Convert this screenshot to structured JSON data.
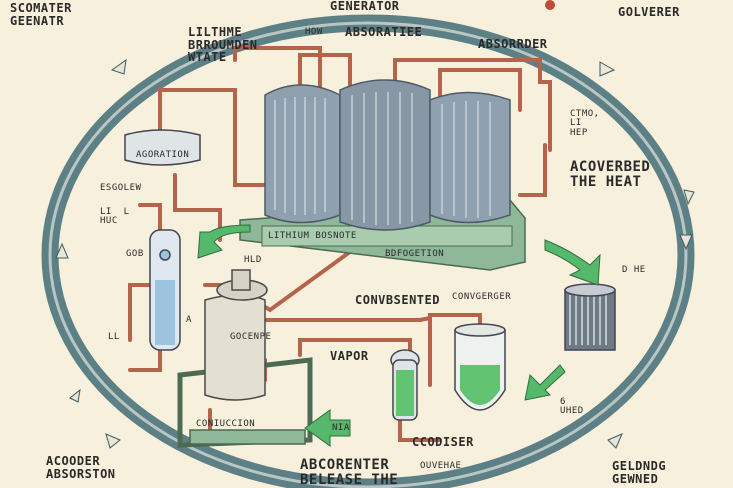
{
  "labels": {
    "top_left": "SCOMATER\nGEENATR",
    "top_center": "GENERATOR",
    "top_right": "GOLVERER",
    "lithium": "LILTHME\nBRROUMDEN\nWTATE",
    "how": "HOW",
    "absoratiee": "ABSORATIEE",
    "absorrder": "ABSORRDER",
    "ctmo": "CTMO,\nLI\nHEP",
    "acoverbed": "ACOVERBED\nTHE HEAT",
    "agoration": "AGORATION",
    "esgorew": "ESGOLEW",
    "li_huc": "LI  L\nHUC",
    "gob": "GOB",
    "lithium_bosnote": "LITHIUM BOSNOTE",
    "bdfogetion": "BDFOGETION",
    "hld": "HLD",
    "dhe": "D HE",
    "convbsented": "CONVBSENTED",
    "convgerger": "CONVGERGER",
    "ll": "LL",
    "ra": "A",
    "gocenpe": "GOCENPE",
    "vapor": "VAPOR",
    "nia": "NIA",
    "coniuccion": "CONIUCCION",
    "ccodiser": "CCODISER",
    "uhed": "6\nUHED",
    "acooder": "ACOODER\nABSORSTON",
    "aborenter": "ABCORENTER\nBELEASE THE",
    "ouvehae": "OUVEHAE",
    "gelondg": "GELDNDG\nGEWNED"
  },
  "colors": {
    "background": "#f7f0dc",
    "ring": "#5d7f86",
    "pipe": "#b5634a",
    "tank": "#8fa1ae",
    "frame": "#8fb79a",
    "liquid": "#62c372",
    "arrow_green": "#56b86a"
  }
}
